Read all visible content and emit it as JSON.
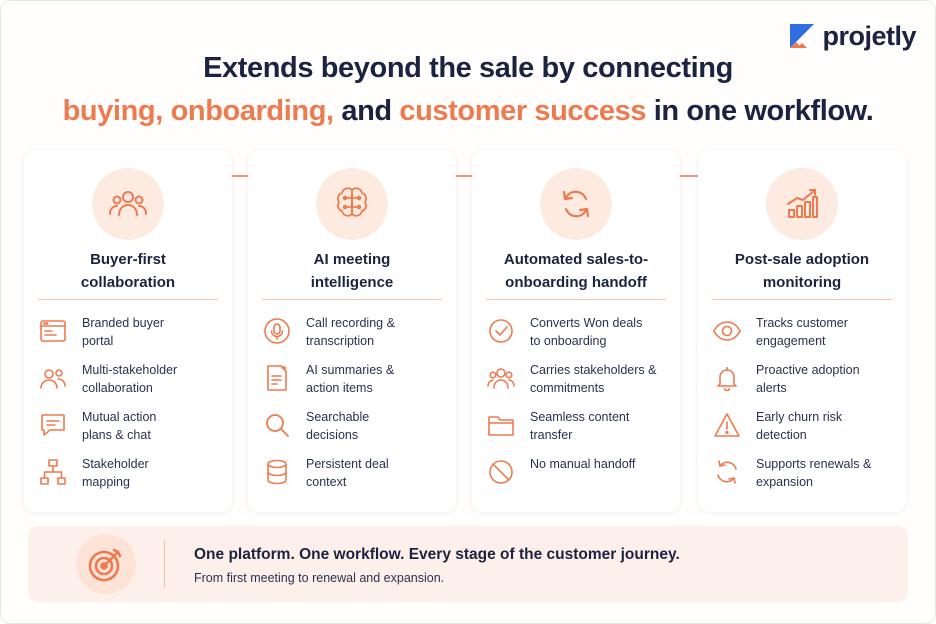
{
  "brand": {
    "name": "projetly",
    "mark_blue": "#2f6de0",
    "mark_orange": "#ee7a4f"
  },
  "headline": {
    "line1": "Extends beyond the sale by connecting",
    "line2_parts": [
      "buying,",
      " ",
      "onboarding,",
      " and ",
      "customer success",
      " in one workflow."
    ]
  },
  "colors": {
    "accent": "#ee7a4f",
    "navy": "#1b2340",
    "tint": "#fdeae1"
  },
  "cards": [
    {
      "icon": "people-group-icon",
      "title_line1": "Buyer-first",
      "title_line2": "collaboration",
      "items": [
        {
          "icon": "browser-window-icon",
          "line1": "Branded buyer",
          "line2": "portal"
        },
        {
          "icon": "users-icon",
          "line1": "Multi-stakeholder",
          "line2": "collaboration"
        },
        {
          "icon": "chat-bubble-icon",
          "line1": "Mutual action",
          "line2": "plans & chat"
        },
        {
          "icon": "org-chart-icon",
          "line1": "Stakeholder",
          "line2": "mapping"
        }
      ]
    },
    {
      "icon": "brain-circuit-icon",
      "title_line1": "AI meeting",
      "title_line2": "intelligence",
      "items": [
        {
          "icon": "microphone-icon",
          "line1": "Call recording &",
          "line2": "transcription"
        },
        {
          "icon": "document-sparkle-icon",
          "line1": "AI summaries &",
          "line2": "action items"
        },
        {
          "icon": "search-icon",
          "line1": "Searchable",
          "line2": "decisions"
        },
        {
          "icon": "database-icon",
          "line1": "Persistent deal",
          "line2": "context"
        }
      ]
    },
    {
      "icon": "sync-arrows-icon",
      "title_line1": "Automated sales-to-",
      "title_line2": "onboarding handoff",
      "items": [
        {
          "icon": "check-circle-icon",
          "line1": "Converts Won deals",
          "line2": "to onboarding"
        },
        {
          "icon": "users-icon",
          "line1": "Carries stakeholders &",
          "line2": "commitments"
        },
        {
          "icon": "folder-icon",
          "line1": "Seamless content",
          "line2": "transfer"
        },
        {
          "icon": "prohibited-icon",
          "line1": "No manual handoff",
          "line2": ""
        }
      ]
    },
    {
      "icon": "growth-chart-icon",
      "title_line1": "Post-sale adoption",
      "title_line2": "monitoring",
      "items": [
        {
          "icon": "eye-icon",
          "line1": "Tracks customer",
          "line2": "engagement"
        },
        {
          "icon": "bell-icon",
          "line1": "Proactive adoption",
          "line2": "alerts"
        },
        {
          "icon": "warning-triangle-icon",
          "line1": "Early churn risk",
          "line2": "detection"
        },
        {
          "icon": "refresh-icon",
          "line1": "Supports renewals &",
          "line2": "expansion"
        }
      ]
    }
  ],
  "footer": {
    "icon": "target-arrow-icon",
    "title": "One platform. One workflow. Every stage of the customer journey.",
    "subtitle": "From first meeting to renewal and expansion."
  }
}
